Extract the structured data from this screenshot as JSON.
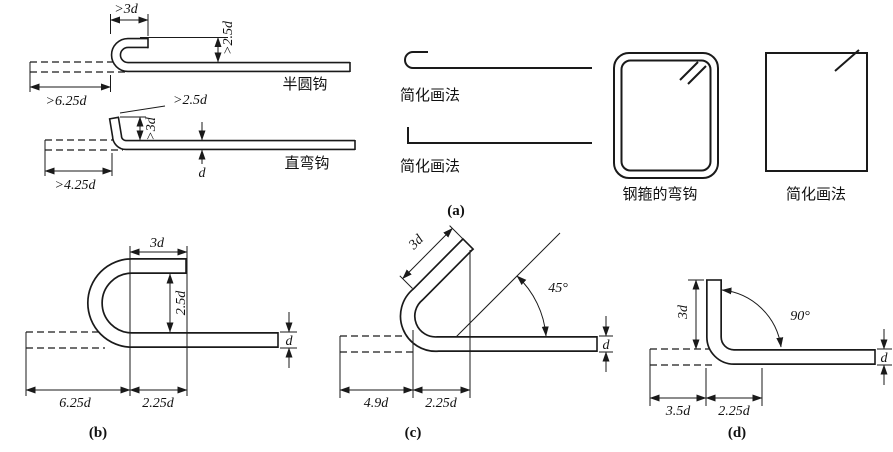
{
  "colors": {
    "ink": "#1a1a1a",
    "paper": "#ffffff"
  },
  "figure": {
    "caption_a": "(a)",
    "caption_b": "(b)",
    "caption_c": "(c)",
    "caption_d": "(d)"
  },
  "panel_a": {
    "semicircular_hook": {
      "label": "半圆钩",
      "dim_top": ">3d",
      "dim_height": ">2.5d",
      "dim_length": ">6.25d"
    },
    "straight_hook": {
      "label": "直弯钩",
      "dim_tip": ">2.5d",
      "dim_height": ">3d",
      "dim_bar": "d",
      "dim_length": ">4.25d"
    },
    "simplified_semi": {
      "label": "简化画法"
    },
    "simplified_straight": {
      "label": "简化画法"
    },
    "stirrup": {
      "label": "钢箍的弯钩"
    },
    "stirrup_simplified": {
      "label": "简化画法"
    }
  },
  "panel_b": {
    "dim_leg": "3d",
    "dim_gap": "2.5d",
    "dim_bar": "d",
    "dim_total": "6.25d",
    "dim_hook": "2.25d"
  },
  "panel_c": {
    "dim_leg": "3d",
    "angle": "45°",
    "dim_bar": "d",
    "dim_total": "4.9d",
    "dim_hook": "2.25d"
  },
  "panel_d": {
    "dim_leg": "3d",
    "angle": "90°",
    "dim_bar": "d",
    "dim_total": "3.5d",
    "dim_hook": "2.25d"
  }
}
